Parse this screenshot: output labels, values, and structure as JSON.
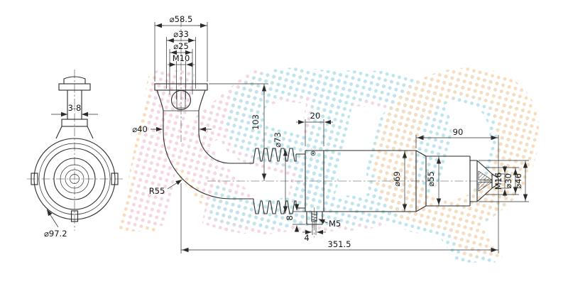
{
  "page": {
    "background": "#ffffff"
  },
  "watermark": {
    "text": "KSDQ",
    "letters": [
      "K",
      "S",
      "D",
      "Q"
    ],
    "colors": {
      "cyan": "#69c8dc",
      "magenta": "#eba6cf",
      "orange": "#f2b26a"
    }
  },
  "drawing": {
    "front_view": {
      "dims": {
        "slots": "3-8",
        "outer_diameter": "⌀97.2"
      }
    },
    "side_view": {
      "dims": {
        "flange_od": "⌀58.5",
        "ferrule_d1": "⌀33",
        "ferrule_d2": "⌀25",
        "thread_top": "M10",
        "pipe_od": "⌀40",
        "height": "103",
        "bend_radius": "R55",
        "bellows_od": "⌀73",
        "collar_len": "20",
        "body_od": "⌀69",
        "nose_od": "⌀55",
        "nose_len": "90",
        "tip_thread": "M16",
        "tip_d1": "⌀30",
        "tip_d2": "⌀46",
        "lug_thread": "M5",
        "lug_h": "8",
        "hole_w": "4",
        "overall": "351.5"
      }
    }
  }
}
